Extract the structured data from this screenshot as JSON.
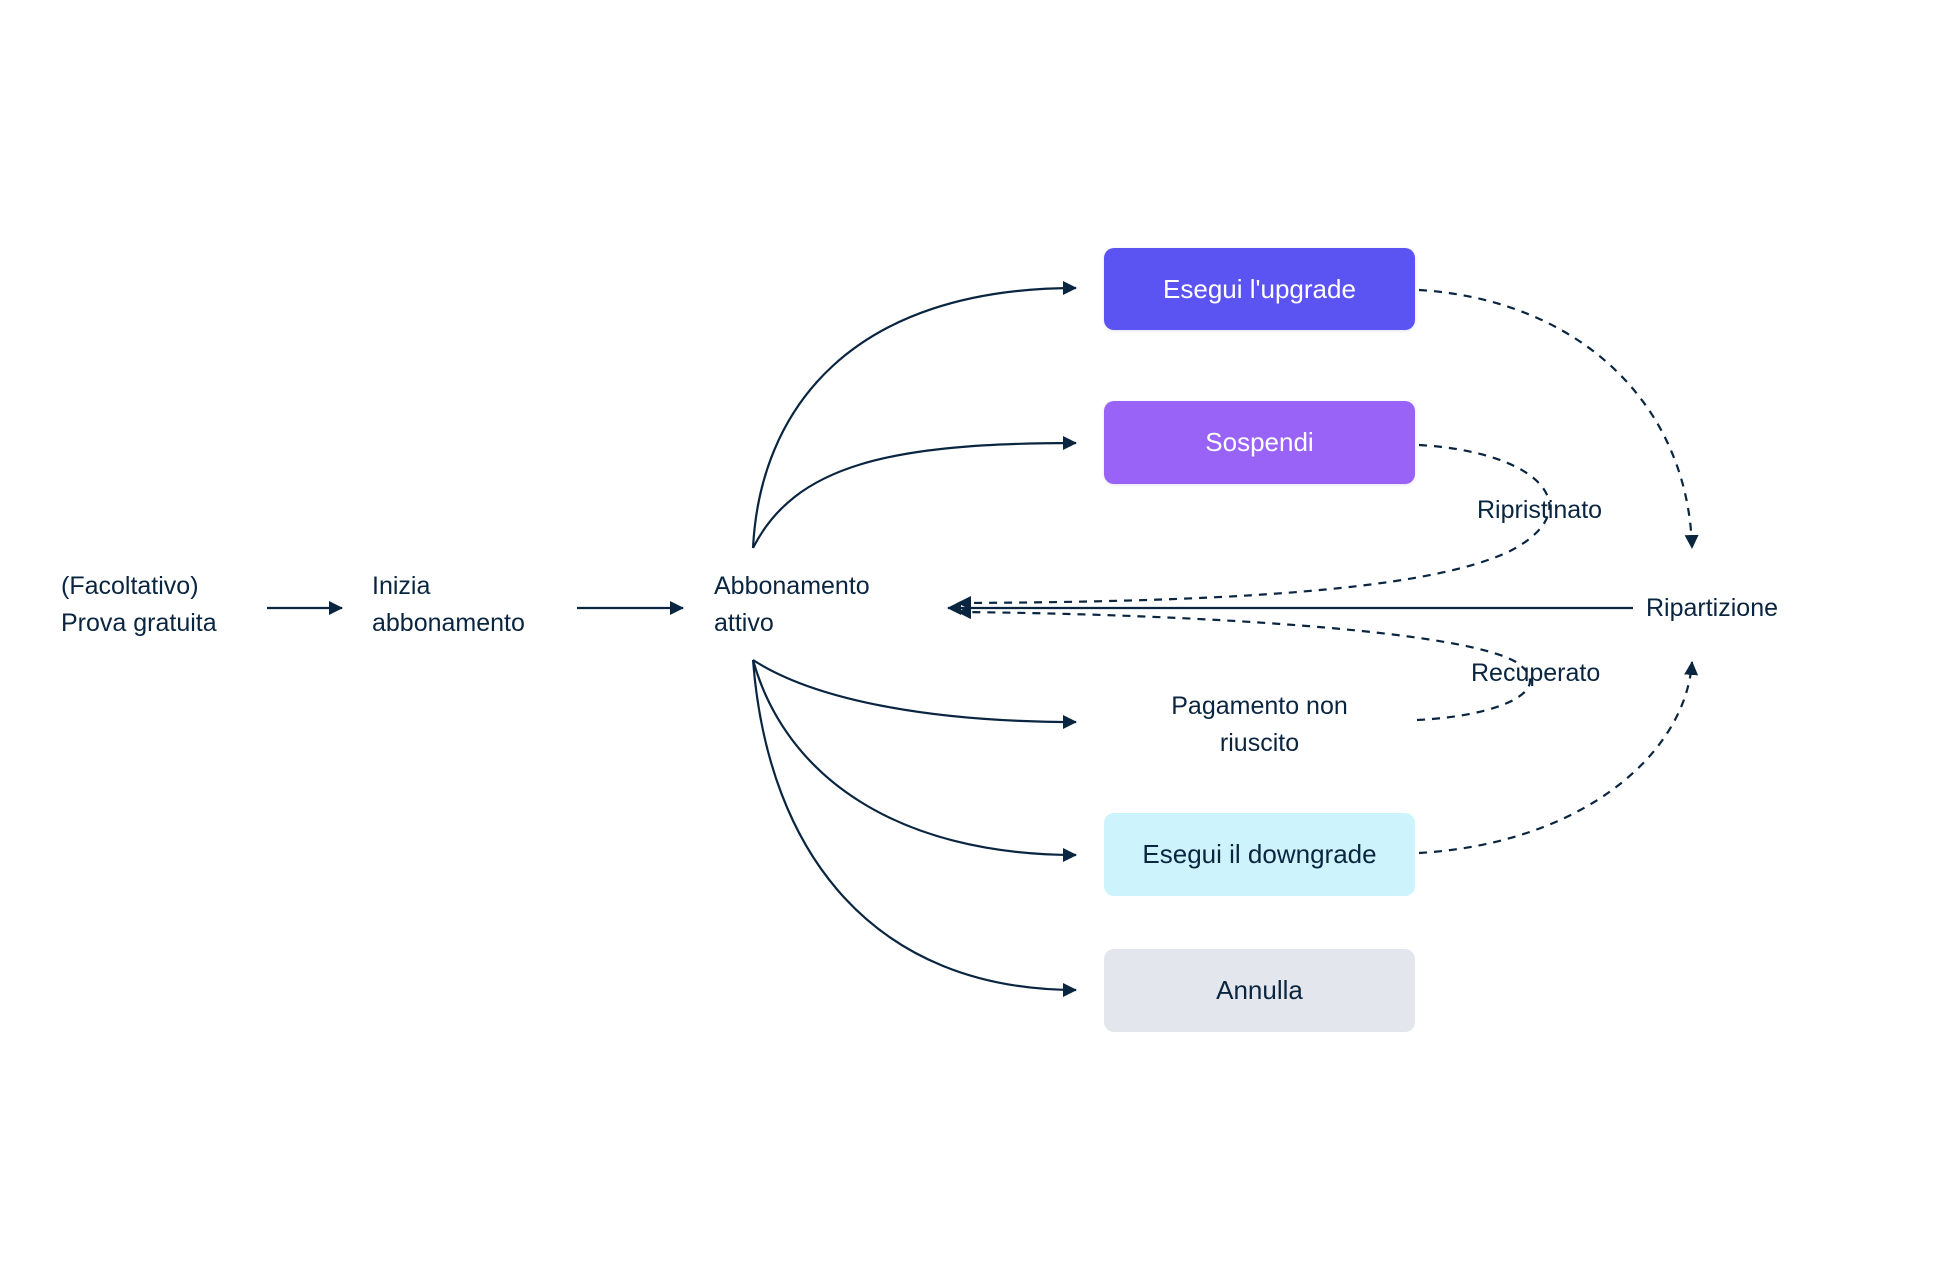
{
  "diagram": {
    "title": "subscription-lifecycle",
    "nodes": {
      "trial": {
        "line1": "(Facoltativo)",
        "line2": "Prova gratuita"
      },
      "start": {
        "line1": "Inizia",
        "line2": "abbonamento"
      },
      "active": {
        "line1": "Abbonamento",
        "line2": "attivo"
      },
      "upgrade": {
        "label": "Esegui l'upgrade"
      },
      "pause": {
        "label": "Sospendi"
      },
      "payment_failed": {
        "line1": "Pagamento non",
        "line2": "riuscito"
      },
      "downgrade": {
        "label": "Esegui il downgrade"
      },
      "cancel": {
        "label": "Annulla"
      },
      "proration": {
        "label": "Ripartizione"
      }
    },
    "edge_labels": {
      "restored": "Ripristinato",
      "recovered": "Recuperato"
    },
    "colors": {
      "text": "#0a2540",
      "line": "#0a2540",
      "background": "#ffffff",
      "upgrade_bg": "#5c54f2",
      "pause_bg": "#9a63f8",
      "downgrade_bg": "#cdf3fc",
      "cancel_bg": "#e3e7ed",
      "button_text_light": "#ffffff"
    }
  }
}
